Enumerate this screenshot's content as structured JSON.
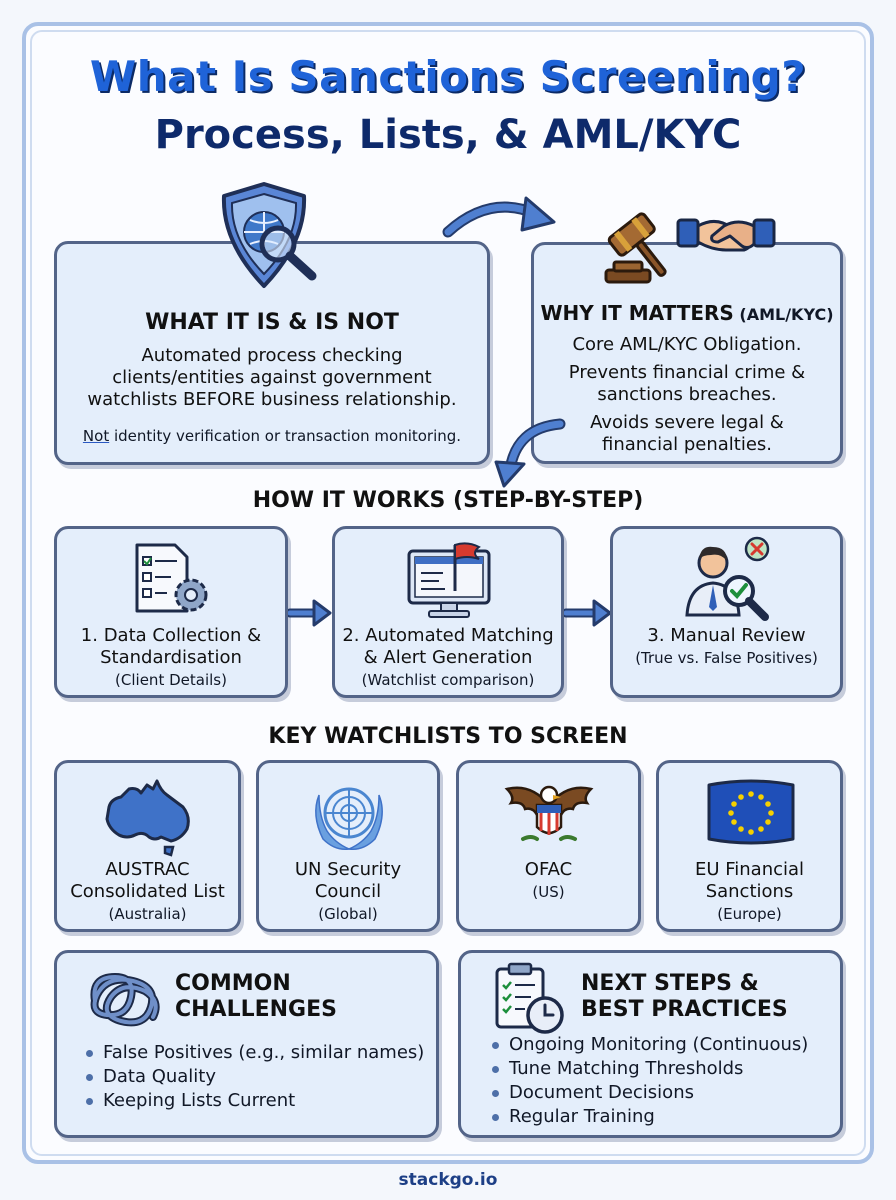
{
  "header": {
    "title_line1": "What Is Sanctions Screening?",
    "title_line2": "Process, Lists, & AML/KYC"
  },
  "what_it_is": {
    "heading": "WHAT IT IS & IS NOT",
    "lines": [
      "Automated process checking",
      "clients/entities against government",
      "watchlists BEFORE business relationship."
    ],
    "not_word": "Not",
    "not_rest": " identity verification or transaction monitoring."
  },
  "why_it_matters": {
    "heading_main": "WHY IT MATTERS",
    "heading_suffix": " (AML/KYC)",
    "lines": [
      "Core AML/KYC Obligation.",
      "Prevents financial crime &",
      "sanctions breaches.",
      "Avoids severe legal &",
      "financial penalties."
    ]
  },
  "how_it_works": {
    "heading": "HOW IT WORKS (STEP-BY-STEP)",
    "steps": [
      {
        "line1": "1. Data Collection &",
        "line2": "Standardisation",
        "sub": "(Client Details)"
      },
      {
        "line1": "2. Automated Matching",
        "line2": "& Alert Generation",
        "sub": "(Watchlist comparison)"
      },
      {
        "line1": "3. Manual Review",
        "line2": "",
        "sub": "(True vs. False Positives)"
      }
    ]
  },
  "watchlists": {
    "heading": "KEY WATCHLISTS TO SCREEN",
    "items": [
      {
        "line1": "AUSTRAC",
        "line2": "Consolidated List",
        "sub": "(Australia)"
      },
      {
        "line1": "UN Security",
        "line2": "Council",
        "sub": "(Global)"
      },
      {
        "line1": "OFAC",
        "line2": "",
        "sub": "(US)"
      },
      {
        "line1": "EU Financial",
        "line2": "Sanctions",
        "sub": "(Europe)"
      }
    ]
  },
  "challenges": {
    "heading_l1": "COMMON",
    "heading_l2": "CHALLENGES",
    "items": [
      "False Positives (e.g., similar names)",
      "Data Quality",
      "Keeping Lists Current"
    ]
  },
  "next_steps": {
    "heading_l1": "NEXT STEPS &",
    "heading_l2": "BEST PRACTICES",
    "items": [
      "Ongoing Monitoring (Continuous)",
      "Tune Matching Thresholds",
      "Document Decisions",
      "Regular Training"
    ]
  },
  "footer": {
    "brand": "stackgo.io"
  },
  "colors": {
    "title_blue": "#1f63d8",
    "title_navy": "#0e2a6b",
    "card_fill": "#e4eefb",
    "card_border": "#536488",
    "arrow_blue": "#3f6fc4",
    "eu_blue": "#1f4fb8",
    "eu_star": "#f5d000",
    "flag_red": "#d63a2f"
  },
  "icons": {
    "what_it_is": "shield-globe-magnifier-icon",
    "why_it_matters": [
      "gavel-icon",
      "handshake-icon"
    ],
    "steps": [
      "document-gear-icon",
      "monitor-flag-icon",
      "reviewer-check-icon"
    ],
    "watchlists": [
      "australia-map-icon",
      "un-emblem-icon",
      "eagle-seal-icon",
      "eu-flag-icon"
    ],
    "challenges": "tangled-knot-icon",
    "next_steps": "checklist-clock-icon"
  }
}
